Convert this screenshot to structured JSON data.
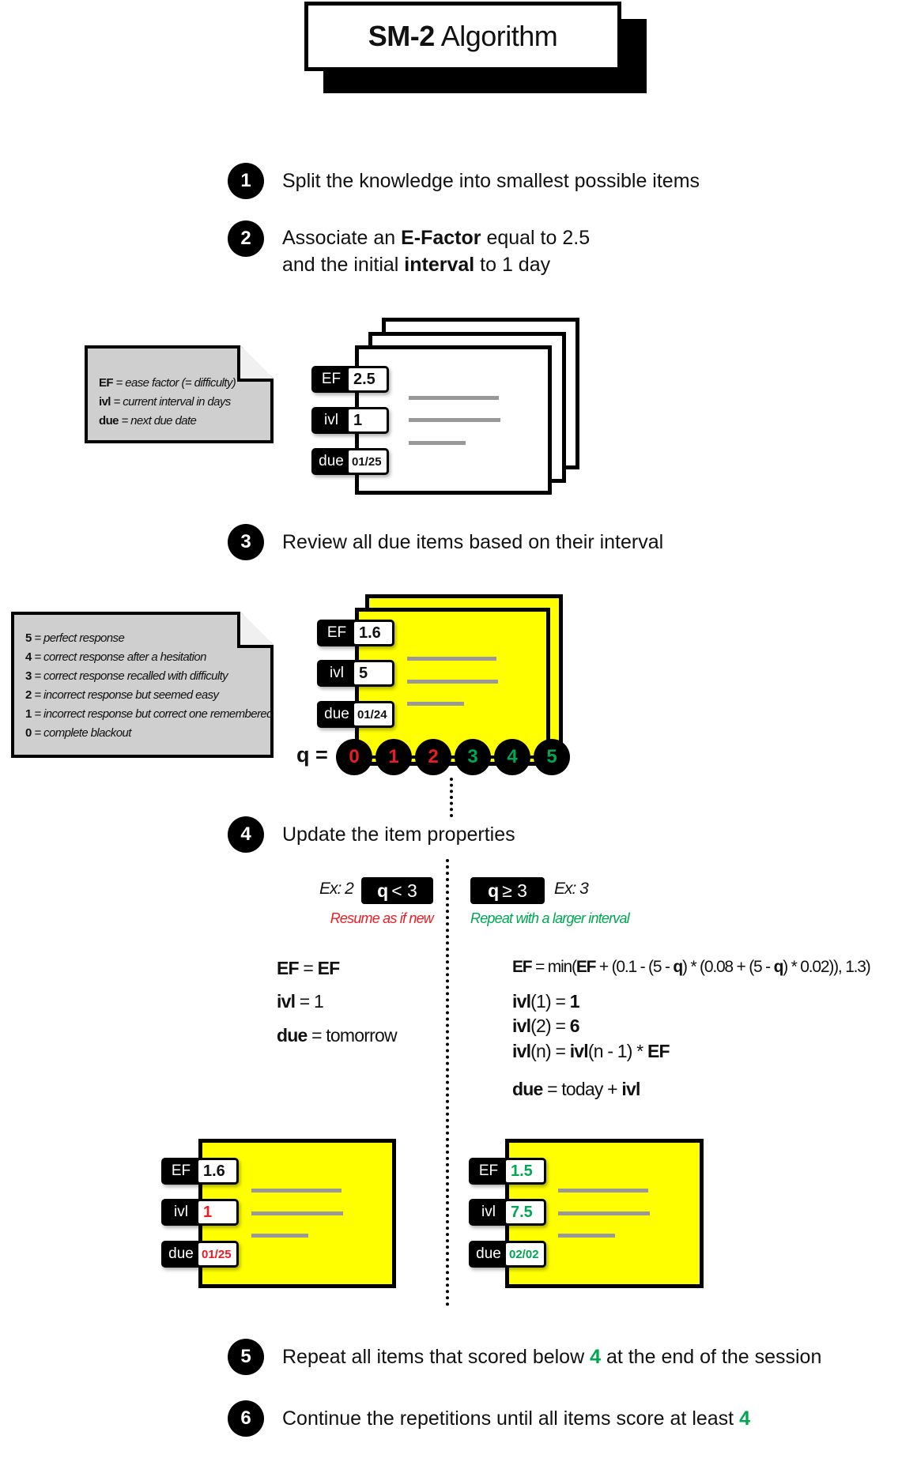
{
  "title": {
    "bold": "SM-2",
    "rest": "Algorithm"
  },
  "steps": [
    {
      "num": "1",
      "lines": [
        [
          {
            "t": "Split the knowledge into smallest possible items"
          }
        ]
      ]
    },
    {
      "num": "2",
      "lines": [
        [
          {
            "t": "Associate an "
          },
          {
            "t": "E-Factor",
            "c": "b"
          },
          {
            "t": " equal to 2.5"
          }
        ],
        [
          {
            "t": "and the initial "
          },
          {
            "t": "interval",
            "c": "b"
          },
          {
            "t": " to 1 day"
          }
        ]
      ]
    },
    {
      "num": "3",
      "lines": [
        [
          {
            "t": "Review all due items based on their interval"
          }
        ]
      ]
    },
    {
      "num": "4",
      "lines": [
        [
          {
            "t": "Update the item properties"
          }
        ]
      ]
    },
    {
      "num": "5",
      "lines": [
        [
          {
            "t": "Repeat all items that scored below "
          },
          {
            "t": "4",
            "c": "g"
          },
          {
            "t": " at the end of the session"
          }
        ]
      ]
    },
    {
      "num": "6",
      "lines": [
        [
          {
            "t": "Continue the repetitions until all items score at least "
          },
          {
            "t": "4",
            "c": "g"
          }
        ]
      ]
    }
  ],
  "legend_note": [
    {
      "key": "EF",
      "desc": "= ease factor (= difficulty)"
    },
    {
      "key": "ivl",
      "desc": "= current interval in days"
    },
    {
      "key": "due",
      "desc": "= next due date"
    }
  ],
  "quality_note": [
    {
      "key": "5",
      "desc": "= perfect response"
    },
    {
      "key": "4",
      "desc": "= correct response after a hesitation"
    },
    {
      "key": "3",
      "desc": "= correct response recalled with difficulty"
    },
    {
      "key": "2",
      "desc": "= incorrect response but seemed easy"
    },
    {
      "key": "1",
      "desc": "= incorrect response but correct one remembered"
    },
    {
      "key": "0",
      "desc": "= complete blackout"
    }
  ],
  "labels": {
    "ef": "EF",
    "ivl": "ivl",
    "due": "due"
  },
  "card_initial": {
    "ef": "2.5",
    "ivl": "1",
    "due": "01/25"
  },
  "card_review": {
    "ef": "1.6",
    "ivl": "5",
    "due": "01/24"
  },
  "quality": {
    "label": "q =",
    "values": [
      {
        "v": "0",
        "color": "#ed1c24"
      },
      {
        "v": "1",
        "color": "#ed1c24"
      },
      {
        "v": "2",
        "color": "#ed1c24"
      },
      {
        "v": "3",
        "color": "#00a651"
      },
      {
        "v": "4",
        "color": "#00a651"
      },
      {
        "v": "5",
        "color": "#00a651"
      }
    ]
  },
  "branch_fail": {
    "example": "Ex: 2",
    "cond_q": "q",
    "cond_rest": "< 3",
    "subtitle": "Resume as if new",
    "formulas": [
      [
        {
          "t": "EF",
          "c": "b"
        },
        {
          "t": " = "
        },
        {
          "t": "EF",
          "c": "b"
        }
      ],
      [
        {
          "t": "ivl",
          "c": "b"
        },
        {
          "t": " = 1"
        }
      ],
      [
        {
          "t": "due",
          "c": "b"
        },
        {
          "t": " = tomorrow"
        }
      ]
    ],
    "card": {
      "ef": "1.6",
      "ivl": "1",
      "due": "01/25"
    }
  },
  "branch_pass": {
    "example": "Ex: 3",
    "cond_q": "q",
    "cond_rest": "≥ 3",
    "subtitle": "Repeat with a larger interval",
    "formulas": [
      [
        {
          "t": "EF",
          "c": "b"
        },
        {
          "t": " = min("
        },
        {
          "t": "EF",
          "c": "b"
        },
        {
          "t": " + (0.1 - (5 - "
        },
        {
          "t": "q",
          "c": "b"
        },
        {
          "t": ") * (0.08 + (5 - "
        },
        {
          "t": "q",
          "c": "b"
        },
        {
          "t": ") * 0.02)), 1.3)"
        }
      ],
      [
        {
          "t": "ivl",
          "c": "b"
        },
        {
          "t": "(1) = "
        },
        {
          "t": "1",
          "c": "b"
        }
      ],
      [
        {
          "t": "ivl",
          "c": "b"
        },
        {
          "t": "(2) = "
        },
        {
          "t": "6",
          "c": "b"
        }
      ],
      [
        {
          "t": "ivl",
          "c": "b"
        },
        {
          "t": "(n) = "
        },
        {
          "t": "ivl",
          "c": "b"
        },
        {
          "t": "(n - 1) * "
        },
        {
          "t": "EF",
          "c": "b"
        }
      ],
      [
        {
          "t": "due",
          "c": "b"
        },
        {
          "t": " = today + "
        },
        {
          "t": "ivl",
          "c": "b"
        }
      ]
    ],
    "card": {
      "ef": "1.5",
      "ivl": "7.5",
      "due": "02/02"
    }
  },
  "colors": {
    "red": "#ed1c24",
    "green": "#00a651",
    "yellow": "#ffff00",
    "note_gray": "#cfcfcf"
  }
}
